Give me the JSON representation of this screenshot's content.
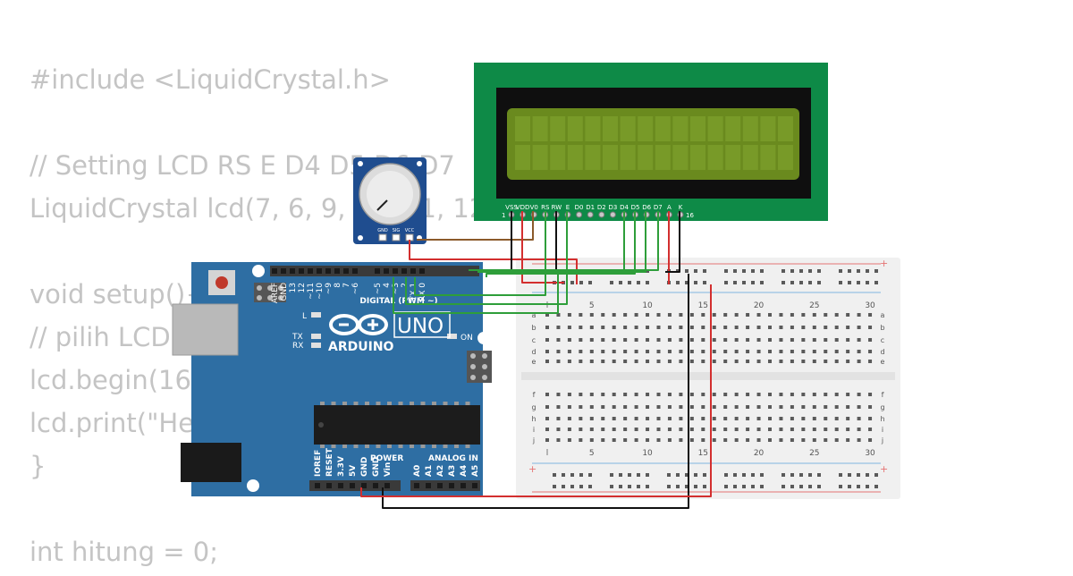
{
  "code_lines": [
    "#include <LiquidCrystal.h>",
    "",
    "// Setting LCD RS E D4 D5 D6 D7",
    "LiquidCrystal lcd(7, 6, 9, 10, 11, 12);",
    "",
    "void setup(){",
    "// pilih LCD 16 x 2",
    "lcd.begin(16,2);",
    "lcd.print(\"Hello\");",
    "}",
    "",
    "int hitung = 0;"
  ],
  "lcd": {
    "pins": [
      "VSS",
      "VDD",
      "V0",
      "RS",
      "RW",
      "E",
      "D0",
      "D1",
      "D2",
      "D3",
      "D4",
      "D5",
      "D6",
      "D7",
      "A",
      "K"
    ],
    "pin_first": "1",
    "pin_last": "16"
  },
  "pot": {
    "pins": [
      "GND",
      "SIG",
      "VCC"
    ]
  },
  "arduino": {
    "digital_header_pins": [
      "AREF",
      "GND",
      "13",
      "12",
      "~11",
      "~10",
      "~9",
      "8",
      "7",
      "~6",
      "~5",
      "4",
      "~3",
      "2",
      "TX 1",
      "RX 0"
    ],
    "digital_label": "DIGITAL (PWM ~)",
    "brand": "ARDUINO",
    "model": "UNO",
    "led_l": "L",
    "led_tx": "TX",
    "led_rx": "RX",
    "on_label": "ON",
    "power_label": "POWER",
    "analog_label": "ANALOG IN",
    "power_pins": [
      "IOREF",
      "RESET",
      "3.3V",
      "5V",
      "GND",
      "GND",
      "Vin"
    ],
    "analog_pins": [
      "A0",
      "A1",
      "A2",
      "A3",
      "A4",
      "A5"
    ]
  },
  "breadboard": {
    "column_numbers": [
      "5",
      "10",
      "15",
      "20",
      "25",
      "30"
    ],
    "rows_top": [
      "a",
      "b",
      "c",
      "d",
      "e"
    ],
    "rows_bottom": [
      "f",
      "g",
      "h",
      "i",
      "j"
    ],
    "plus": "+"
  }
}
